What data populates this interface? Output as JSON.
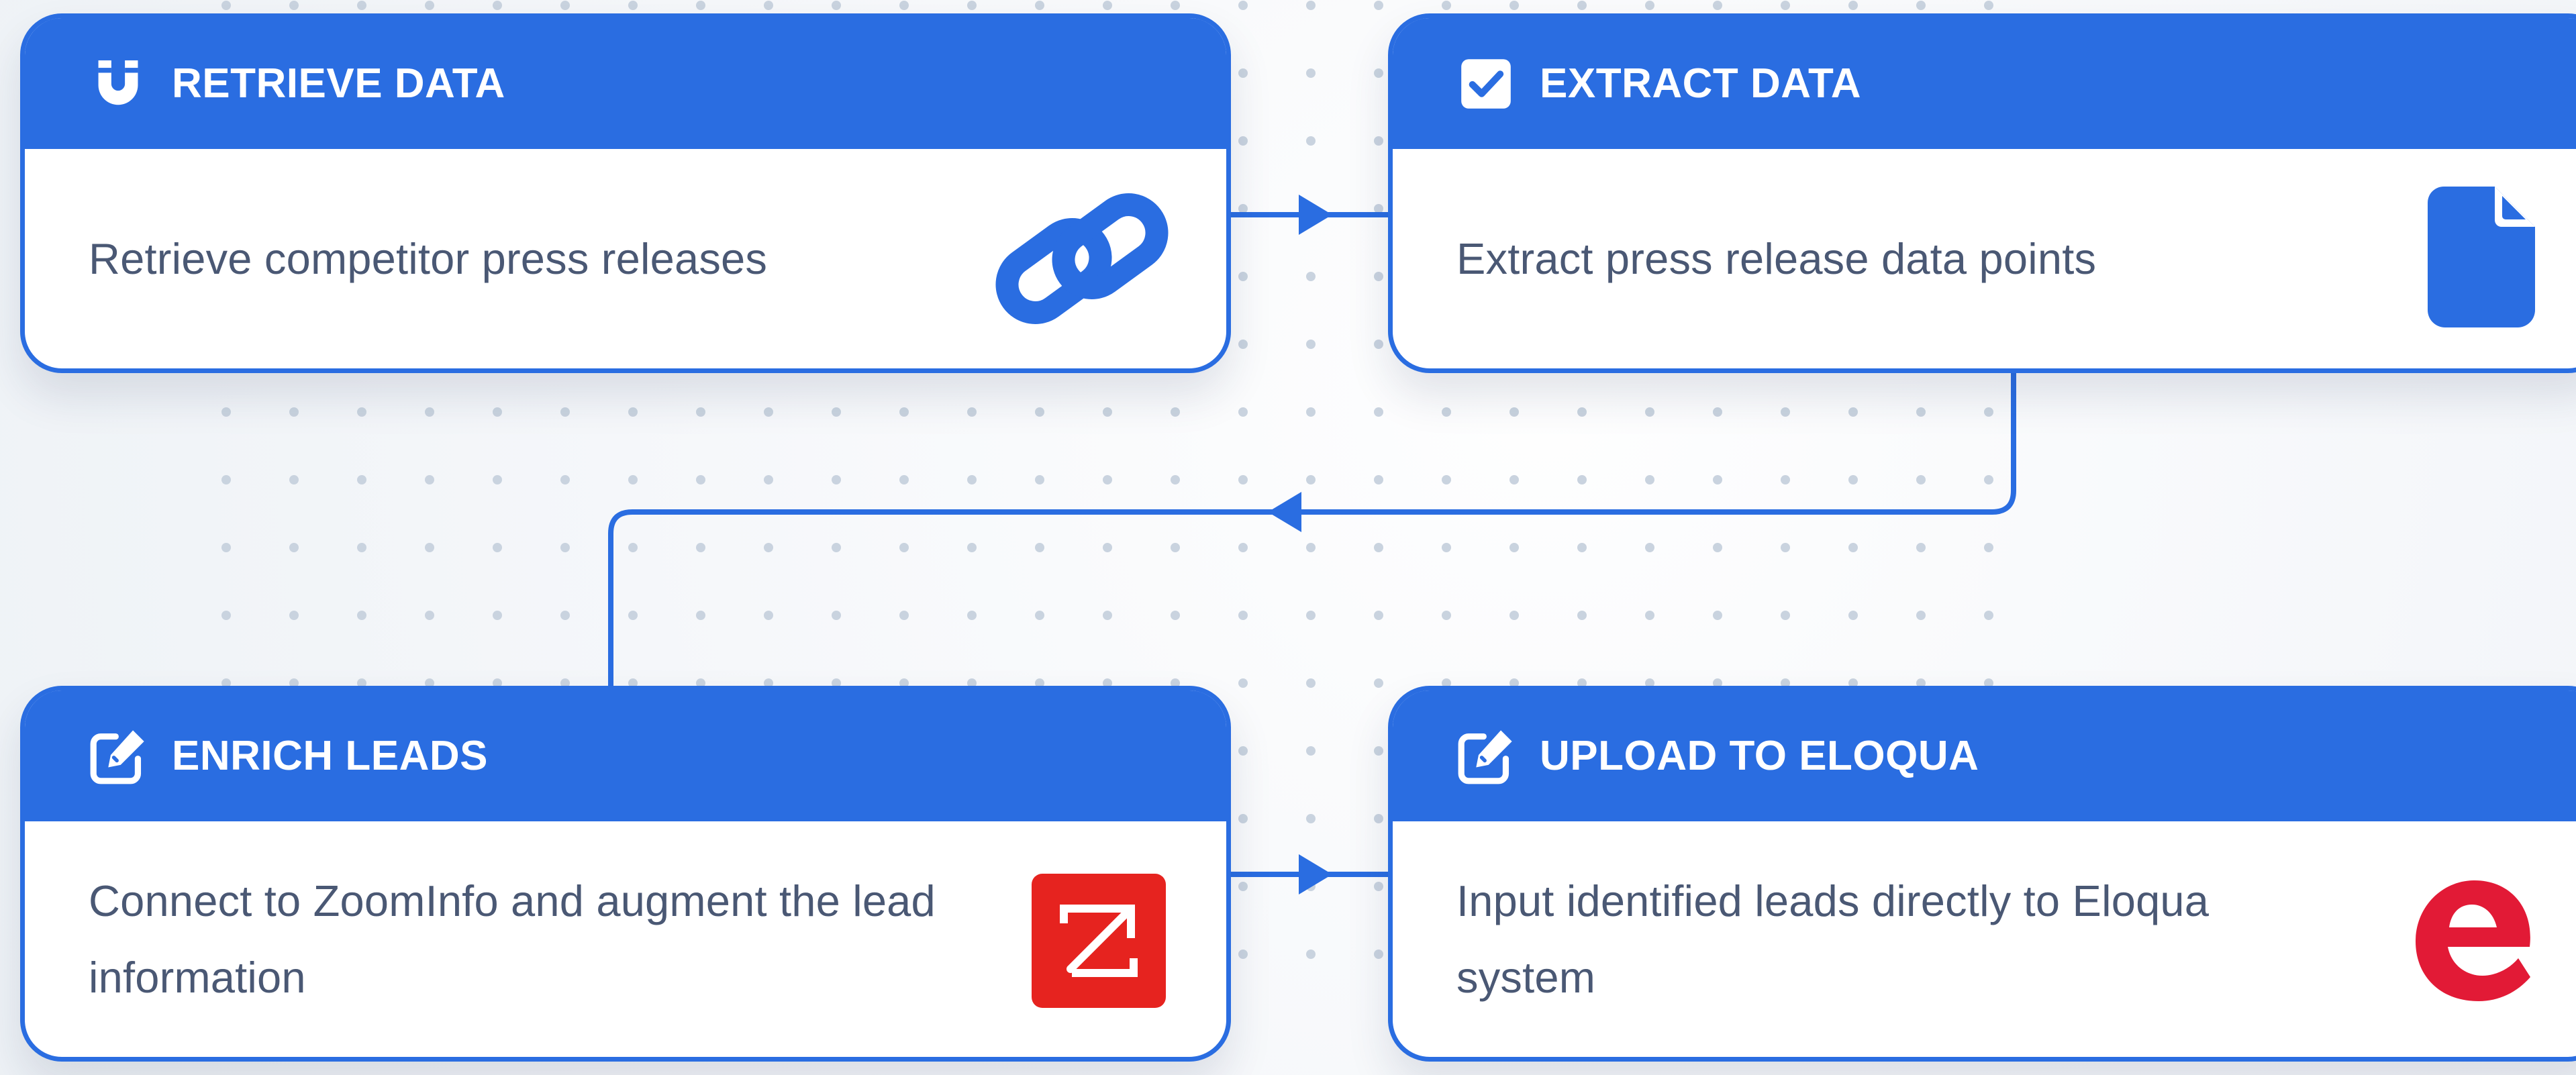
{
  "colors": {
    "accent": "#2a6de1",
    "text": "#4a5874",
    "background": "#f5f7fa",
    "dot": "#c9d3df",
    "zoominfo": "#e6231f",
    "eloqua": "#e21a36"
  },
  "steps": [
    {
      "title": "RETRIEVE DATA",
      "description": "Retrieve competitor press releases",
      "header_icon": "magnet-icon",
      "body_icon": "link-icon"
    },
    {
      "title": "EXTRACT DATA",
      "description": "Extract press release data points",
      "header_icon": "check-square-icon",
      "body_icon": "document-icon"
    },
    {
      "title": "ENRICH LEADS",
      "description": "Connect to ZoomInfo and augment the lead information",
      "header_icon": "edit-icon",
      "body_icon": "zoominfo-logo"
    },
    {
      "title": "UPLOAD TO ELOQUA",
      "description": "Input identified leads directly to Eloqua system",
      "header_icon": "edit-icon",
      "body_icon": "eloqua-logo"
    }
  ]
}
